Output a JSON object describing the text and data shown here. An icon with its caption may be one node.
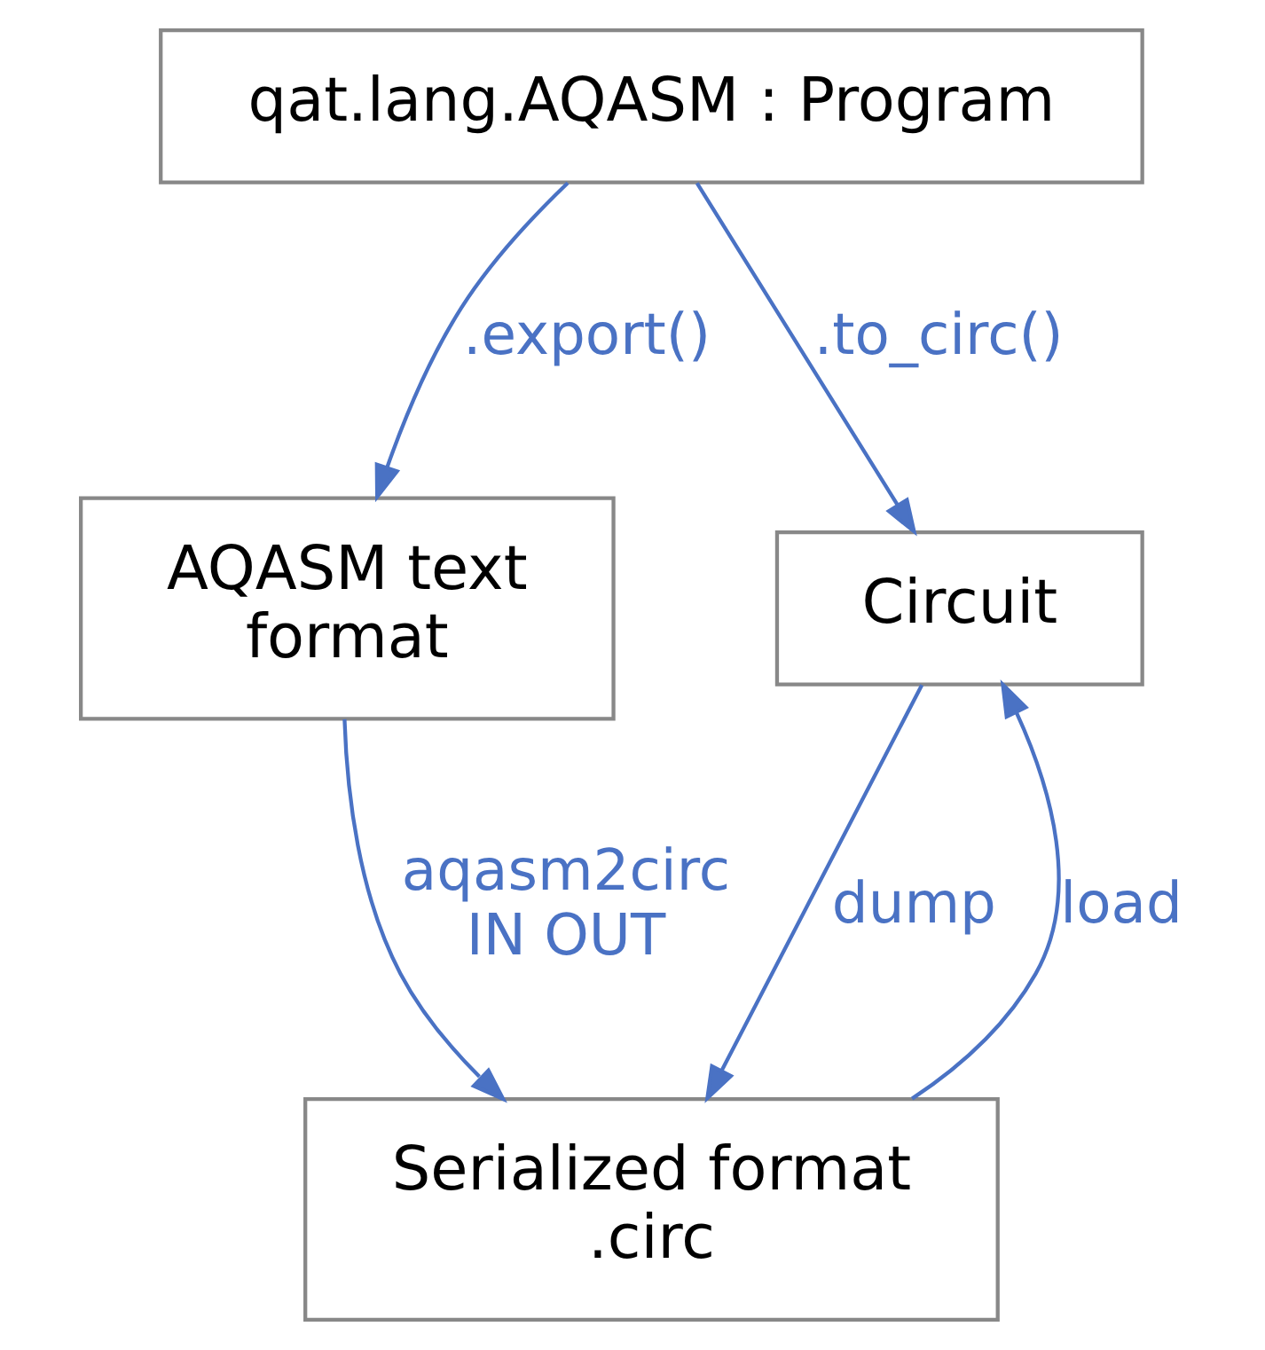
{
  "diagram": {
    "nodes": [
      {
        "text": [
          "qat.lang.AQASM : Program"
        ]
      },
      {
        "text": [
          "AQASM text format"
        ]
      },
      {
        "text": [
          "Circuit"
        ]
      },
      {
        "text": [
          "Serialized format .circ"
        ]
      }
    ],
    "edges": [
      {
        "from": 0,
        "to": 1,
        "arrow": "to",
        "label": ".export()"
      },
      {
        "from": 0,
        "to": 2,
        "arrow": "to",
        "label": ".to_circ()"
      },
      {
        "from": 1,
        "to": 3,
        "arrow": "to",
        "label": "aqasm2circ IN OUT"
      },
      {
        "from": 2,
        "to": 3,
        "arrow": "to",
        "label": "dump"
      },
      {
        "from": 3,
        "to": 2,
        "arrow": "to",
        "label": "load"
      }
    ]
  }
}
